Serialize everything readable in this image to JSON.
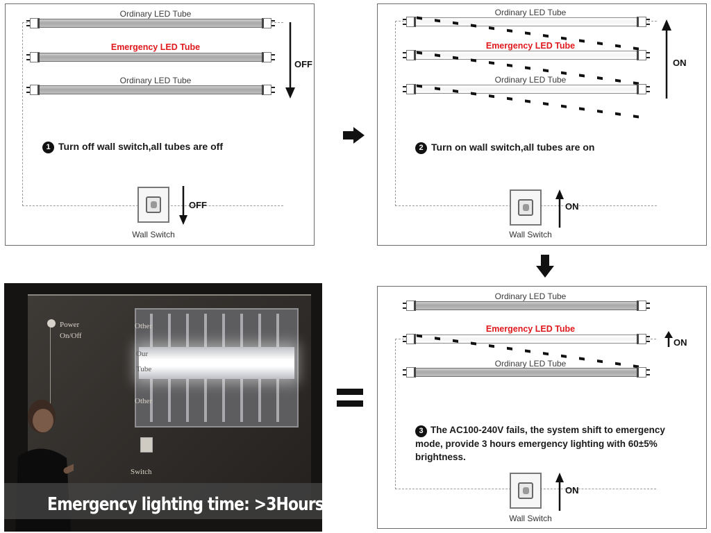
{
  "labels": {
    "ordinary": "Ordinary LED Tube",
    "emergency": "Emergency LED Tube",
    "wall_switch": "Wall Switch"
  },
  "panel1": {
    "state": "OFF",
    "switch_state": "OFF",
    "step_num": "1",
    "step_text": "Turn off wall switch,all tubes are off"
  },
  "panel2": {
    "state": "ON",
    "switch_state": "ON",
    "step_num": "2",
    "step_text": "Turn on wall switch,all tubes are on"
  },
  "panel3": {
    "state": "ON",
    "switch_state": "ON",
    "step_num": "3",
    "step_text": "The AC100-240V fails, the system shift to emergency mode, provide 3 hours emergency lighting with 60±5% brightness."
  },
  "photo": {
    "power_label": "Power",
    "power_sub": "On/Off",
    "tube_other_top": "Other",
    "tube_ours_1": "Our",
    "tube_ours_2": "Tube",
    "tube_other_bottom": "Other",
    "switch_label": "Switch",
    "caption": "Emergency lighting time: >3Hours"
  },
  "equals": "=",
  "colors": {
    "emergency_red": "#e0181c",
    "border": "#6b6b6b",
    "tube_off": "#b4b4b4"
  }
}
